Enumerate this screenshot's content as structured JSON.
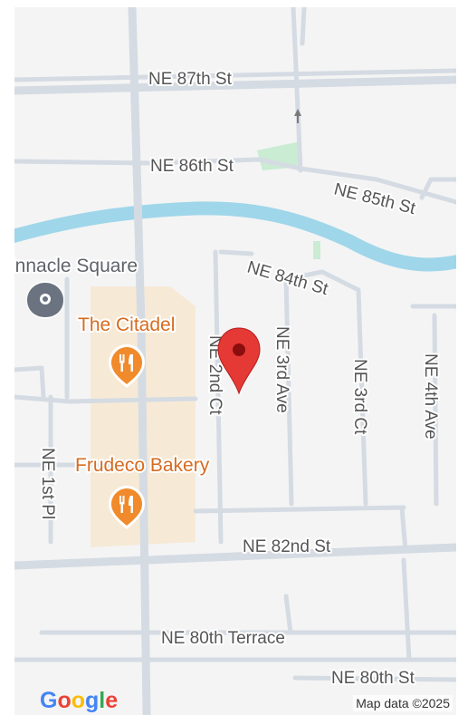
{
  "map": {
    "colors": {
      "background": "#f4f4f4",
      "road": "#d5dbe3",
      "water": "#9fd6ea",
      "park": "#c9ecd2",
      "commercial": "#f6ead6",
      "road_text": "#555555",
      "poi_text": "#d66b20",
      "poi_marker": "#f08a2b",
      "pin": "#e53935",
      "place_marker": "#6b7380"
    },
    "streets": {
      "ne_87th": "NE 87th St",
      "ne_86th": "NE 86th St",
      "ne_85th": "NE 85th St",
      "ne_84th": "NE 84th St",
      "ne_82nd": "NE 82nd St",
      "ne_80th_terrace": "NE 80th Terrace",
      "ne_80th": "NE 80th St",
      "ne_2nd_ct": "NE 2nd Ct",
      "ne_3rd_ave": "NE 3rd Ave",
      "ne_3rd_ct": "NE 3rd Ct",
      "ne_4th_ave": "NE 4th Ave",
      "ne_1st_pl": "NE 1st Pl"
    },
    "places": {
      "pinnacle_square": "innacle Square"
    },
    "pois": [
      {
        "name": "The Citadel",
        "icon": "restaurant-icon"
      },
      {
        "name": "Frudeco Bakery",
        "icon": "restaurant-icon"
      }
    ],
    "pin": {
      "icon": "location-pin-icon"
    },
    "logo": {
      "letters": [
        "G",
        "o",
        "o",
        "g",
        "l",
        "e"
      ],
      "colors": [
        "#4285F4",
        "#EA4335",
        "#FBBC05",
        "#4285F4",
        "#34A853",
        "#EA4335"
      ]
    },
    "attribution": "Map data ©2025"
  }
}
